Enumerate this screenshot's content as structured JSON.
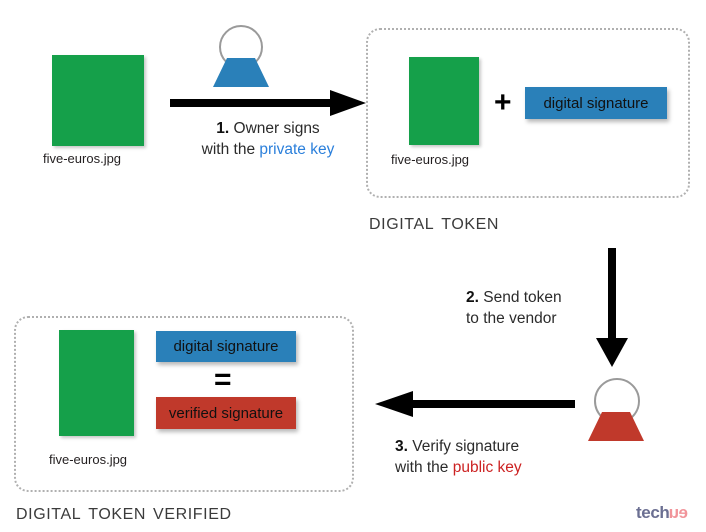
{
  "diagram": {
    "title": "Digital token signing and verification flow",
    "colors": {
      "document_green": "#15a04a",
      "signature_blue": "#2a80b9",
      "verified_red": "#c0392b",
      "owner_shirt": "#2a80b9",
      "vendor_shirt": "#c0392b",
      "private_key_text": "#2a7fdb",
      "public_key_text": "#cc2222",
      "arrow_black": "#000000",
      "dotted_border": "#b0b0b0",
      "logo_tech": "#6b6f92",
      "logo_eu": "#f1949a"
    }
  },
  "source_document": {
    "file_label": "five-euros.jpg"
  },
  "owner": {
    "role": "owner-avatar"
  },
  "vendor": {
    "role": "vendor-avatar"
  },
  "steps": [
    {
      "number": "1.",
      "line1": " Owner signs",
      "line2_prefix": "with the ",
      "line2_keyword": "private key"
    },
    {
      "number": "2.",
      "line1": " Send token",
      "line2_prefix": "to the vendor",
      "line2_keyword": ""
    },
    {
      "number": "3.",
      "line1": " Verify signature",
      "line2_prefix": "with the ",
      "line2_keyword": "public key"
    }
  ],
  "digital_token": {
    "caption": "Digital token",
    "file_label": "five-euros.jpg",
    "plus_symbol": "+",
    "signature_label": "digital signature"
  },
  "digital_token_verified": {
    "caption": "Digital token verified",
    "file_label": "five-euros.jpg",
    "signature_label": "digital signature",
    "equals_symbol": "=",
    "verified_label": "verified signature"
  },
  "branding": {
    "logo_part1": "tech",
    "logo_part2": "eu"
  }
}
